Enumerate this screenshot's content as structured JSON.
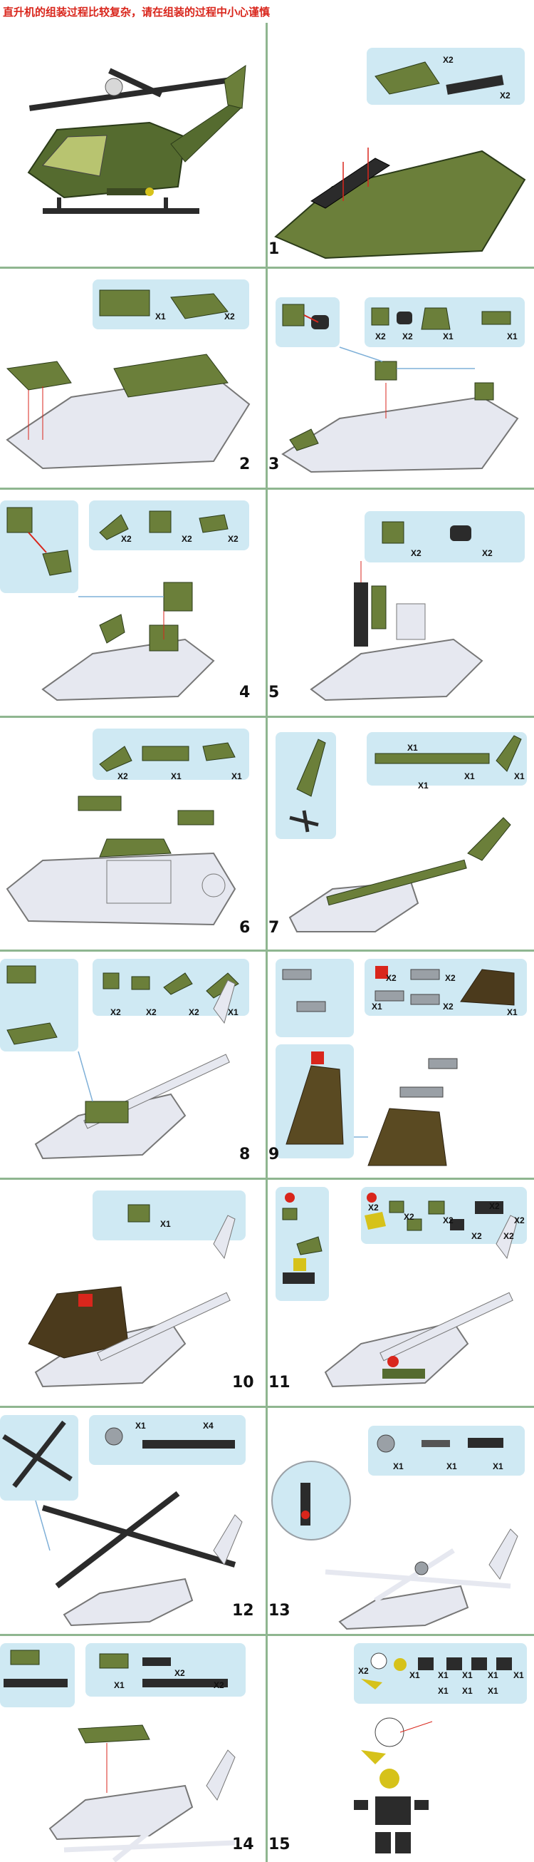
{
  "header": {
    "instruction": "直升机的组装过程比较复杂，请在组装的过程中小心谨慎"
  },
  "colors": {
    "title_red": "#d9261c",
    "panel_blue": "#cfe9f3",
    "brick_green": "#6b7f3a",
    "brick_dark": "#2b2b2b",
    "hull_gray": "#e6e8f0",
    "divider_green": "#8fb690"
  },
  "steps": [
    {
      "id": "s1",
      "number": "1",
      "quantities": [
        "X2",
        "X2"
      ]
    },
    {
      "id": "s2",
      "number": "2",
      "quantities": [
        "X1",
        "X2"
      ]
    },
    {
      "id": "s3",
      "number": "3",
      "quantities": [
        "X2",
        "X2",
        "X1",
        "X1"
      ]
    },
    {
      "id": "s4",
      "number": "4",
      "quantities": [
        "X2",
        "X2",
        "X2"
      ]
    },
    {
      "id": "s5",
      "number": "5",
      "quantities": [
        "X2",
        "X2"
      ]
    },
    {
      "id": "s6",
      "number": "6",
      "quantities": [
        "X2",
        "X1",
        "X1"
      ]
    },
    {
      "id": "s7",
      "number": "7",
      "quantities": [
        "X1",
        "X1",
        "X1",
        "X1"
      ]
    },
    {
      "id": "s8",
      "number": "8",
      "quantities": [
        "X2",
        "X2",
        "X2",
        "X1"
      ]
    },
    {
      "id": "s9",
      "number": "9",
      "quantities": [
        "X2",
        "X2",
        "X1",
        "X2",
        "X1"
      ]
    },
    {
      "id": "s10",
      "number": "10",
      "quantities": [
        "X1"
      ]
    },
    {
      "id": "s11",
      "number": "11",
      "quantities": [
        "X2",
        "X2",
        "X2",
        "X2",
        "X2",
        "X2",
        "X2"
      ]
    },
    {
      "id": "s12",
      "number": "12",
      "quantities": [
        "X1",
        "X4"
      ]
    },
    {
      "id": "s13",
      "number": "13",
      "quantities": [
        "X1",
        "X1",
        "X1"
      ]
    },
    {
      "id": "s14",
      "number": "14",
      "quantities": [
        "X2",
        "X1",
        "X2"
      ]
    },
    {
      "id": "s15",
      "number": "15",
      "quantities": [
        "X2",
        "X1",
        "X1",
        "X1",
        "X1",
        "X1",
        "X1",
        "X1",
        "X1"
      ]
    }
  ]
}
